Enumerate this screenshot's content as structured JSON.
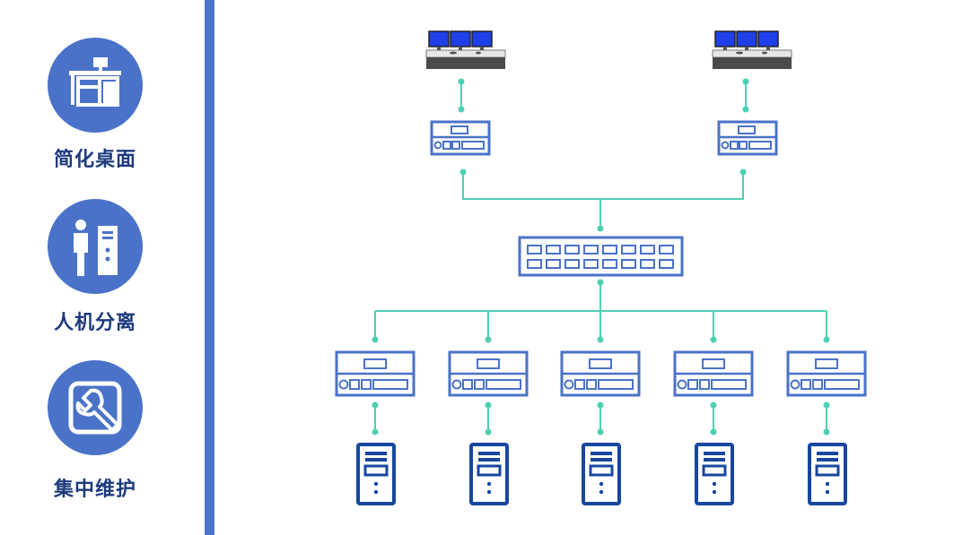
{
  "features": [
    {
      "label": "简化桌面",
      "icon": "desk-workstation-icon"
    },
    {
      "label": "人机分离",
      "icon": "person-computer-icon"
    },
    {
      "label": "集中维护",
      "icon": "wrench-maintenance-icon"
    }
  ],
  "colors": {
    "primary": "#4a72c8",
    "label_text": "#1d3a7c",
    "connector": "#4ecfb4",
    "server_dark": "#17479e",
    "monitor_blue": "#1f3fe8"
  }
}
